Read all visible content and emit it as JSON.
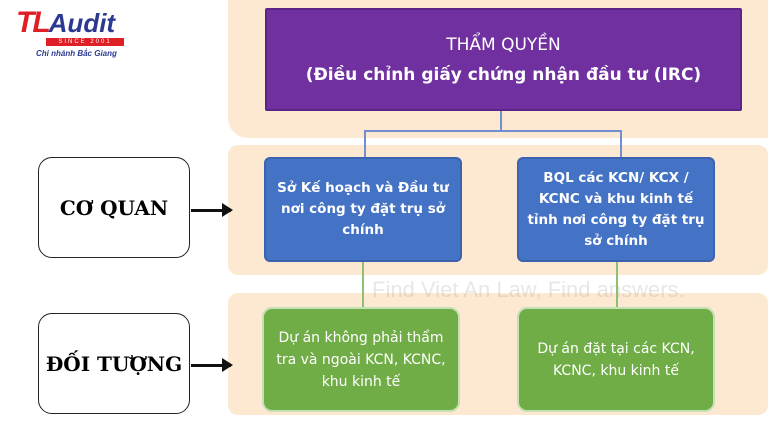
{
  "logo": {
    "brand_red": "TL",
    "brand_blue": "Audit",
    "since": "SINCE 2001",
    "branch": "Chi nhánh Bắc Giang"
  },
  "top": {
    "title": "THẨM QUYỀN",
    "subtitle": "(Điều chỉnh giấy chứng nhận đầu tư (IRC)"
  },
  "agencies": [
    "Sở Kế hoạch và Đầu tư nơi công ty đặt trụ sở chính",
    "BQL các KCN/ KCX / KCNC và khu kinh tế tỉnh nơi công ty đặt trụ sở chính"
  ],
  "subjects": [
    "Dự án không phải thẩm tra và ngoài KCN, KCNC, khu kinh tế",
    "Dự án đặt tại các KCN, KCNC, khu kinh tế"
  ],
  "labels": {
    "agency": "CƠ QUAN",
    "subject": "ĐỐI TƯỢNG"
  },
  "watermark": "Find Viet An Law, Find answers.",
  "colors": {
    "purple": "#7030a0",
    "blue": "#4472c4",
    "green": "#70ad47",
    "peach": "#fde9d2"
  }
}
